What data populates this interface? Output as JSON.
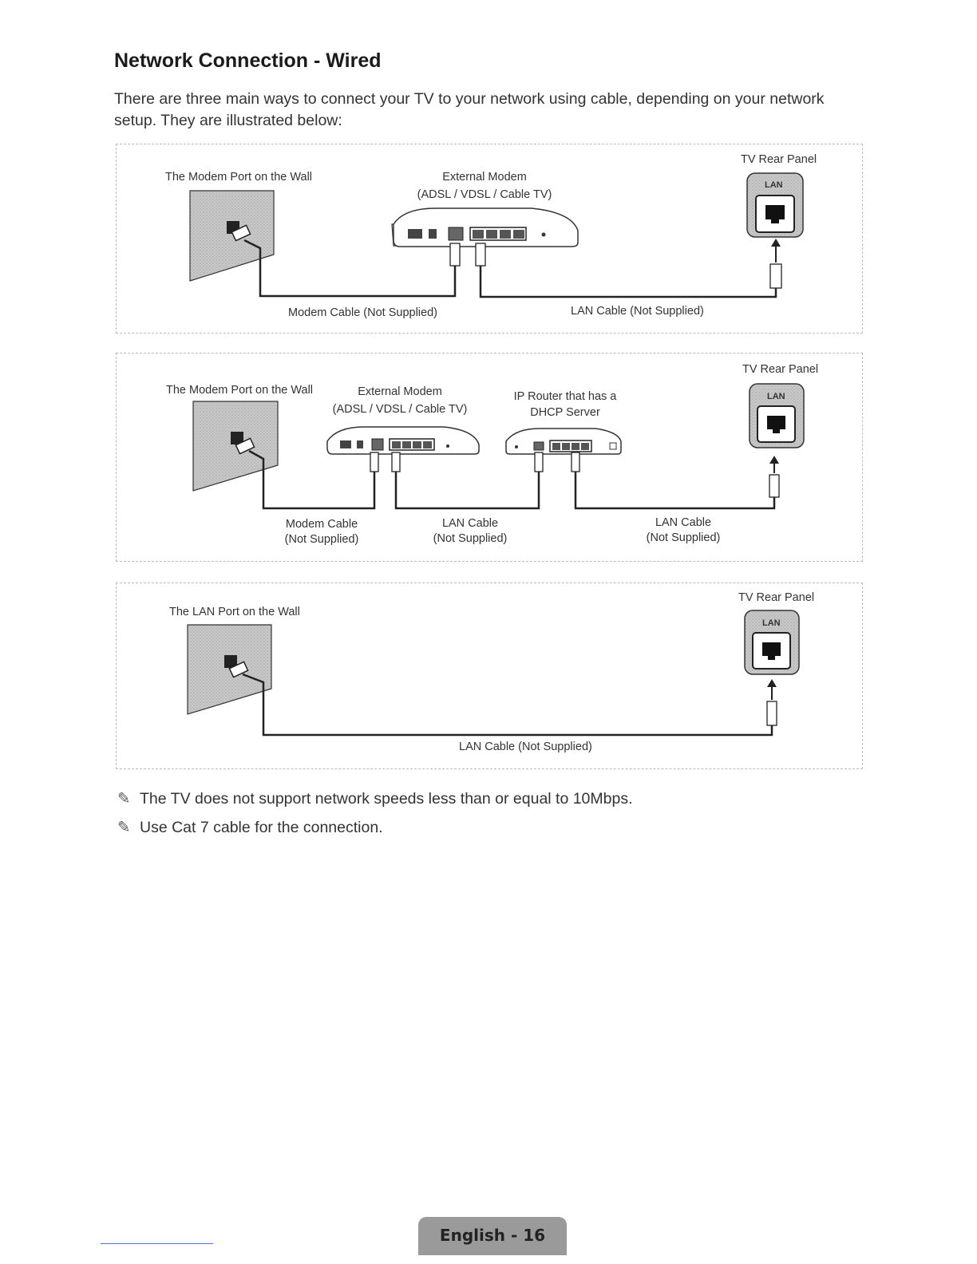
{
  "page": {
    "title": "Network Connection - Wired",
    "intro": "There are three main ways to connect your TV to your network using cable, depending on your network setup. They are illustrated below:"
  },
  "diagrams": [
    {
      "wall_label": "The Modem Port on the Wall",
      "modem_label_1": "External Modem",
      "modem_label_2": "(ADSL / VDSL / Cable TV)",
      "tv_label": "TV Rear Panel",
      "port_label": "LAN",
      "cable_1": "Modem Cable (Not Supplied)",
      "cable_2": "LAN Cable (Not Supplied)"
    },
    {
      "wall_label": "The Modem Port on the Wall",
      "modem_label_1": "External Modem",
      "modem_label_2": "(ADSL / VDSL / Cable TV)",
      "router_label_1": "IP Router that has a",
      "router_label_2": "DHCP Server",
      "tv_label": "TV Rear Panel",
      "port_label": "LAN",
      "cable_1a": "Modem Cable",
      "cable_1b": "(Not Supplied)",
      "cable_2a": "LAN Cable",
      "cable_2b": "(Not Supplied)",
      "cable_3a": "LAN Cable",
      "cable_3b": "(Not Supplied)"
    },
    {
      "wall_label": "The LAN Port on the Wall",
      "tv_label": "TV Rear Panel",
      "port_label": "LAN",
      "cable_1": "LAN Cable (Not Supplied)"
    }
  ],
  "notes": [
    "The TV does not support network speeds less than or equal to 10Mbps.",
    "Use Cat 7 cable for the connection."
  ],
  "footer": {
    "page_label": "English - 16"
  },
  "icons": {
    "note": "pencil-note-icon"
  }
}
